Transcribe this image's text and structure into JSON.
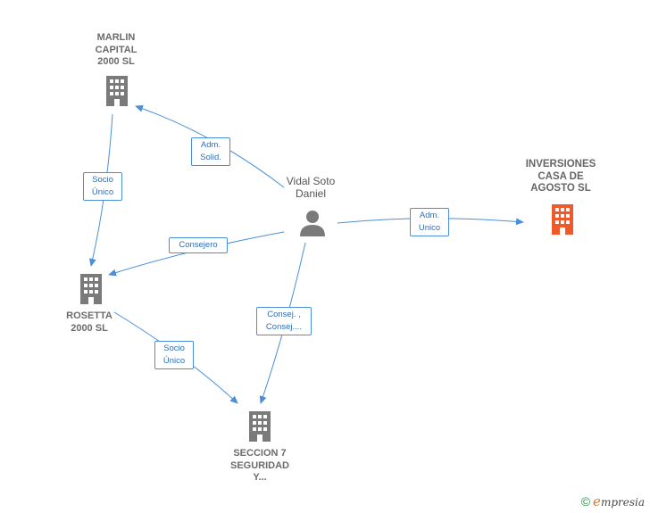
{
  "nodes": {
    "marlin": {
      "lines": [
        "MARLIN",
        "CAPITAL",
        "2000  SL"
      ]
    },
    "inversiones": {
      "lines": [
        "INVERSIONES",
        "CASA DE",
        "AGOSTO  SL"
      ]
    },
    "vidal": {
      "lines": [
        "Vidal Soto",
        "Daniel"
      ]
    },
    "rosetta": {
      "lines": [
        "ROSETTA",
        "2000  SL"
      ]
    },
    "seccion": {
      "lines": [
        "SECCION 7",
        "SEGURIDAD",
        "Y..."
      ]
    }
  },
  "edges": {
    "adm_solid": {
      "lines": [
        "Adm.",
        "Solid."
      ]
    },
    "socio_unico_1": {
      "lines": [
        "Socio",
        "Único"
      ]
    },
    "adm_unico": {
      "lines": [
        "Adm.",
        "Unico"
      ]
    },
    "consejero": {
      "lines": [
        "Consejero"
      ]
    },
    "consej": {
      "lines": [
        "Consej. ,",
        "Consej...."
      ]
    },
    "socio_unico_2": {
      "lines": [
        "Socio",
        "Único"
      ]
    }
  },
  "footer": {
    "copyright": "©",
    "brand_initial": "e",
    "brand_rest": "mpresia"
  },
  "colors": {
    "edge": "#4a90d9",
    "building": "#7a7a7a",
    "focus_building": "#f0592a",
    "person": "#7a7a7a"
  }
}
